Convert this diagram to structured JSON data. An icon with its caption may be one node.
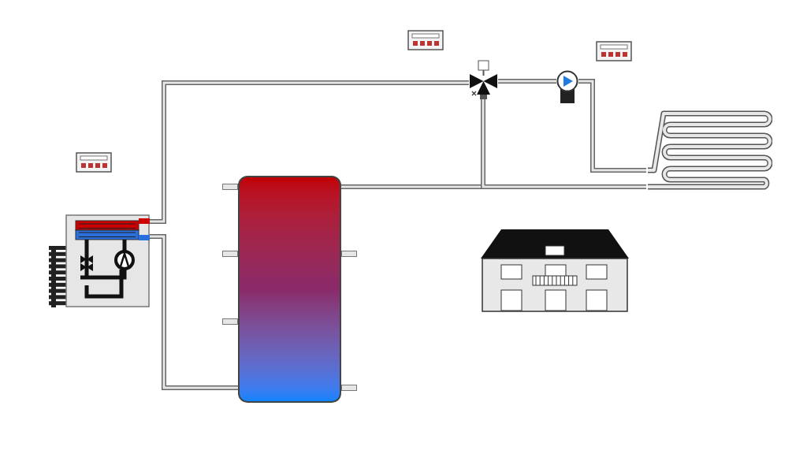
{
  "diagram": {
    "nodes": [
      {
        "text": [],
        "shape": "picture"
      },
      {
        "text": [],
        "shape": "cylinder"
      },
      {
        "text": [],
        "shape": "picture"
      },
      {
        "text": [],
        "shape": "circle"
      },
      {
        "text": [],
        "shape": "picture"
      }
    ],
    "edges": [
      {
        "from": 0,
        "to": 2,
        "arrow": "none"
      },
      {
        "from": 0,
        "to": 1,
        "arrow": "none"
      },
      {
        "from": 2,
        "to": 3,
        "arrow": "none"
      },
      {
        "from": 3,
        "to": 4,
        "arrow": "none"
      },
      {
        "from": 4,
        "to": 1,
        "arrow": "none"
      },
      {
        "from": 4,
        "to": 2,
        "arrow": "none"
      }
    ]
  }
}
